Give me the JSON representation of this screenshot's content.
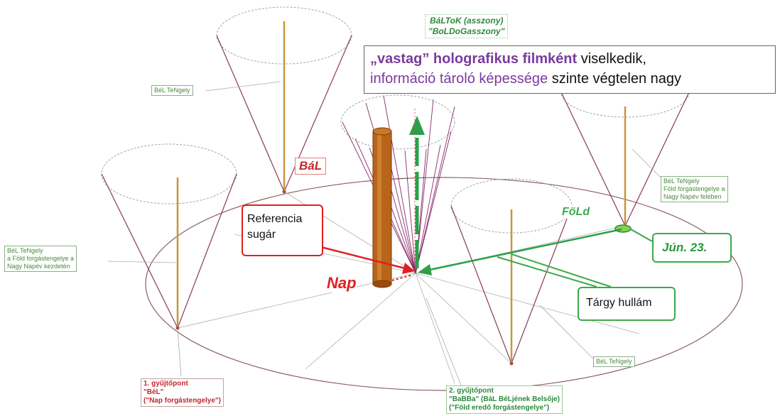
{
  "headline": {
    "part1": "„vastag” holografikus filmként",
    "part2": " viselkedik,",
    "part3": "információ tároló képessége",
    "part4": " szinte végtelen nagy"
  },
  "top_label": {
    "line1": "BáLToK (asszony)",
    "line2": "\"BoLDoGasszony\""
  },
  "bal_label": "BáL",
  "reference": {
    "line1": "Referencia",
    "line2": " sugár"
  },
  "nap_label": "Nap",
  "fold_label": "FöLd",
  "date_label": "Jún. 23.",
  "object_wave": "Tárgy hullám",
  "tengely_labels": {
    "upper_left": "BéL TeNgely",
    "left": {
      "line1": "BéL TeNgely",
      "line2": "a Föld forgástengelye a",
      "line3": "Nagy Napév kezdetén"
    },
    "right": {
      "line1": "BéL TeNgely",
      "line2": "Föld forgástengelye a",
      "line3": "Nagy Napév felében"
    },
    "lower_right": "BéL TeNgely"
  },
  "gather1": {
    "line1": "1. gyűjtőpont",
    "line2": "\"BéL\"",
    "line3": "(\"Nap forgástengelye\")"
  },
  "gather2": {
    "line1": "2. gyűjtőpont",
    "line2": "\"BaBBa\" (BáL BéLjének Belsője)",
    "line3": "(\"Föld eredő forgástengelye\")"
  },
  "colors": {
    "green": "#3aaa4a",
    "red": "#e02020",
    "purple": "#7b3a9e",
    "cone": "#a0a0a0",
    "pole": "#c8963a"
  }
}
